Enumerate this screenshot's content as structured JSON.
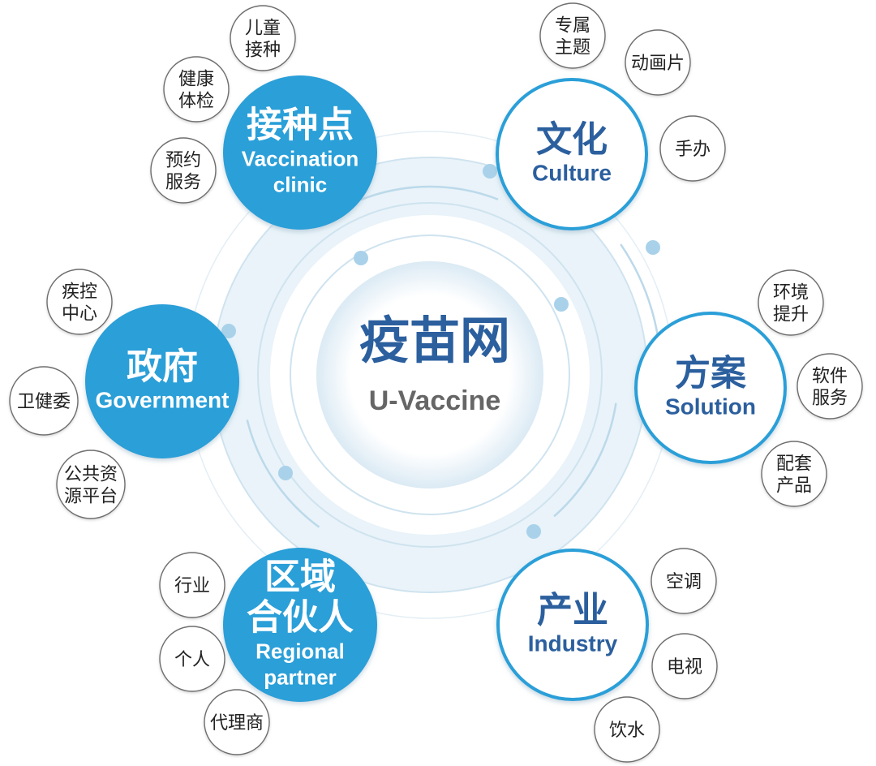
{
  "colors": {
    "accent": "#2a9fd8",
    "dark_blue": "#2b5f9e",
    "ring": "#cfe3ef",
    "ring_glow": "#e9f3f9",
    "dot": "#a9d2ea",
    "leaf_stroke": "#6e6e6e",
    "text_dark": "#222222",
    "hub_en": "#666666"
  },
  "hub": {
    "title_cn": "疫苗网",
    "title_en": "U-Vaccine"
  },
  "nodes": [
    {
      "id": "vaccination-clinic",
      "style": "filled",
      "title_cn": [
        "接种点"
      ],
      "title_en": [
        "Vaccination",
        "clinic"
      ],
      "leaves": [
        {
          "id": "child-vaccination",
          "lines": [
            "儿童",
            "接种"
          ]
        },
        {
          "id": "health-checkup",
          "lines": [
            "健康",
            "体检"
          ]
        },
        {
          "id": "booking-service",
          "lines": [
            "预约",
            "服务"
          ]
        }
      ]
    },
    {
      "id": "culture",
      "style": "outline",
      "title_cn": [
        "文化"
      ],
      "title_en": [
        "Culture"
      ],
      "leaves": [
        {
          "id": "exclusive-theme",
          "lines": [
            "专属",
            "主题"
          ]
        },
        {
          "id": "animation",
          "lines": [
            "动画片"
          ]
        },
        {
          "id": "figures",
          "lines": [
            "手办"
          ]
        }
      ]
    },
    {
      "id": "solution",
      "style": "outline",
      "title_cn": [
        "方案"
      ],
      "title_en": [
        "Solution"
      ],
      "leaves": [
        {
          "id": "environment-upgrade",
          "lines": [
            "环境",
            "提升"
          ]
        },
        {
          "id": "software-service",
          "lines": [
            "软件",
            "服务"
          ]
        },
        {
          "id": "matching-products",
          "lines": [
            "配套",
            "产品"
          ]
        }
      ]
    },
    {
      "id": "government",
      "style": "filled",
      "title_cn": [
        "政府"
      ],
      "title_en": [
        "Government"
      ],
      "leaves": [
        {
          "id": "cdc",
          "lines": [
            "疾控",
            "中心"
          ]
        },
        {
          "id": "health-commission",
          "lines": [
            "卫健委"
          ]
        },
        {
          "id": "public-resource-platform",
          "lines": [
            "公共资",
            "源平台"
          ]
        }
      ]
    },
    {
      "id": "industry",
      "style": "outline",
      "title_cn": [
        "产业"
      ],
      "title_en": [
        "Industry"
      ],
      "leaves": [
        {
          "id": "air-conditioning",
          "lines": [
            "空调"
          ]
        },
        {
          "id": "television",
          "lines": [
            "电视"
          ]
        },
        {
          "id": "drinking-water",
          "lines": [
            "饮水"
          ]
        }
      ]
    },
    {
      "id": "regional-partner",
      "style": "filled",
      "title_cn": [
        "区域",
        "合伙人"
      ],
      "title_en": [
        "Regional",
        "partner"
      ],
      "leaves": [
        {
          "id": "industry-partner",
          "lines": [
            "行业"
          ]
        },
        {
          "id": "individual-partner",
          "lines": [
            "个人"
          ]
        },
        {
          "id": "agent",
          "lines": [
            "代理商"
          ]
        }
      ]
    }
  ]
}
